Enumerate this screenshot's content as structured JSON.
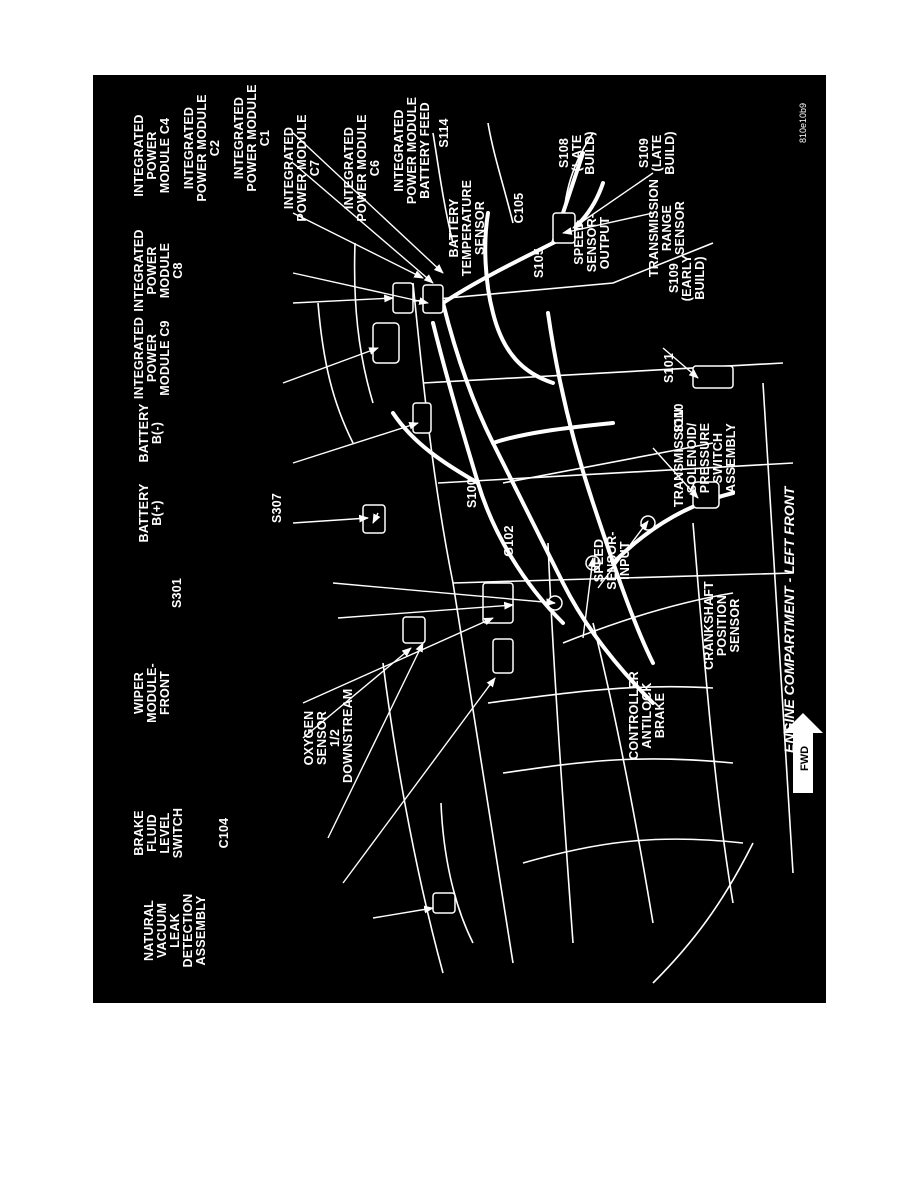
{
  "diagram": {
    "caption": "ENGINE COMPARTMENT - LEFT FRONT",
    "figure_id": "810e10b9",
    "fwd_marker": "FWD",
    "labels": {
      "natural_vacuum_leak_detection": "NATURAL\nVACUUM\nLEAK\nDETECTION\nASSEMBLY",
      "brake_fluid_level_switch": "BRAKE\nFLUID\nLEVEL\nSWITCH",
      "c104": "C104",
      "oxygen_sensor": "OXYGEN\nSENSOR\n1/2\nDOWNSTREAM",
      "wiper_module_front": "WIPER\nMODULE-\nFRONT",
      "controller_antilock_brake": "CONTROLLER\nANTILOCK\nBRAKE",
      "crankshaft_position_sensor": "CRANKSHAFT\nPOSITION\nSENSOR",
      "s301": "S301",
      "speed_sensor_input": "SPEED\nSENSOR-\nINPUT",
      "battery_pos": "BATTERY\nB(+)",
      "s307": "S307",
      "g102": "G102",
      "battery_neg": "BATTERY\nB(-)",
      "s100": "S100",
      "transmission_solenoid": "TRANSMISSION\nSOLENOID/\nPRESSURE\nSWITCH\nASSEMBLY",
      "ipm_c9": "INTEGRATED\nPOWER\nMODULE C9",
      "s110": "S110",
      "s101": "S101",
      "ipm_c8": "INTEGRATED\nPOWER\nMODULE\nC8",
      "s109_early": "S109\n(EARLY\nBUILD)",
      "transmission_range_sensor": "TRANSMISSION\nRANGE\nSENSOR",
      "ipm_c4": "INTEGRATED\nPOWER\nMODULE C4",
      "ipm_c2": "INTEGRATED\nPOWER MODULE\nC2",
      "ipm_c1": "INTEGRATED\nPOWER MODULE\nC1",
      "ipm_c7": "INTEGRATED\nPOWER MODULE\nC7",
      "ipm_c6": "INTEGRATED\nPOWER MODULE\nC6",
      "ipm_battery_feed": "INTEGRATED\nPOWER MODULE\nBATTERY FEED",
      "s114": "S114",
      "battery_temperature_sensor": "BATTERY\nTEMPERATURE\nSENSOR",
      "c105": "C105",
      "s105": "S105",
      "speed_sensor_output": "SPEED\nSENSOR-\nOUTPUT",
      "s108_late": "S108\n(LATE\nBUILD)",
      "s109_late": "S109\n(LATE\nBUILD)"
    }
  }
}
